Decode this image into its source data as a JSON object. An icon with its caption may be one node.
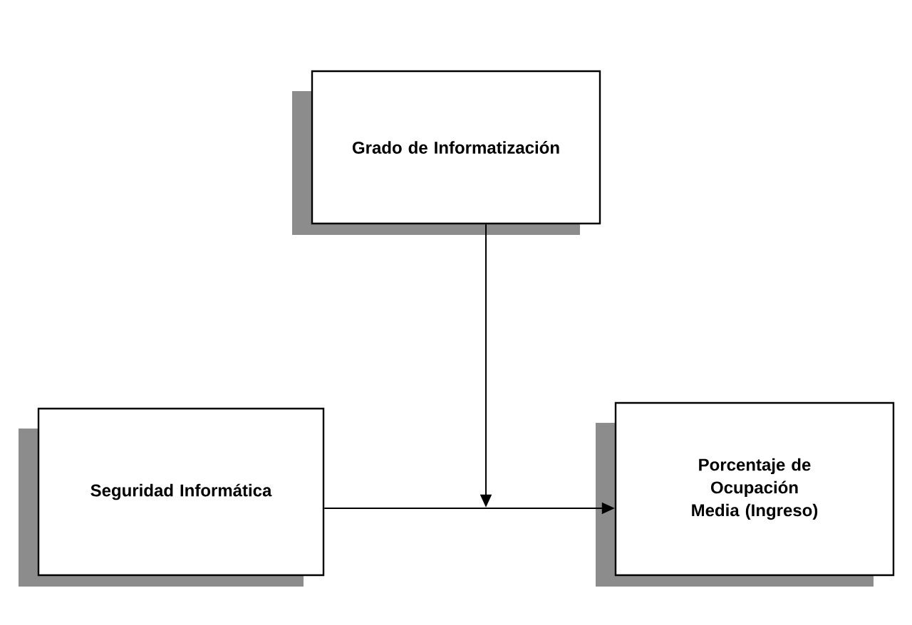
{
  "diagram": {
    "nodes": [
      {
        "text": [
          "Grado de Informatización"
        ]
      },
      {
        "text": [
          "Seguridad Informática"
        ]
      },
      {
        "text": [
          "Porcentaje de Ocupación Media (Ingreso)"
        ]
      }
    ],
    "edges": [
      {
        "from": 1,
        "to": 2,
        "arrow": "to"
      },
      {
        "from": 0,
        "to": null,
        "arrow": "to"
      }
    ]
  }
}
